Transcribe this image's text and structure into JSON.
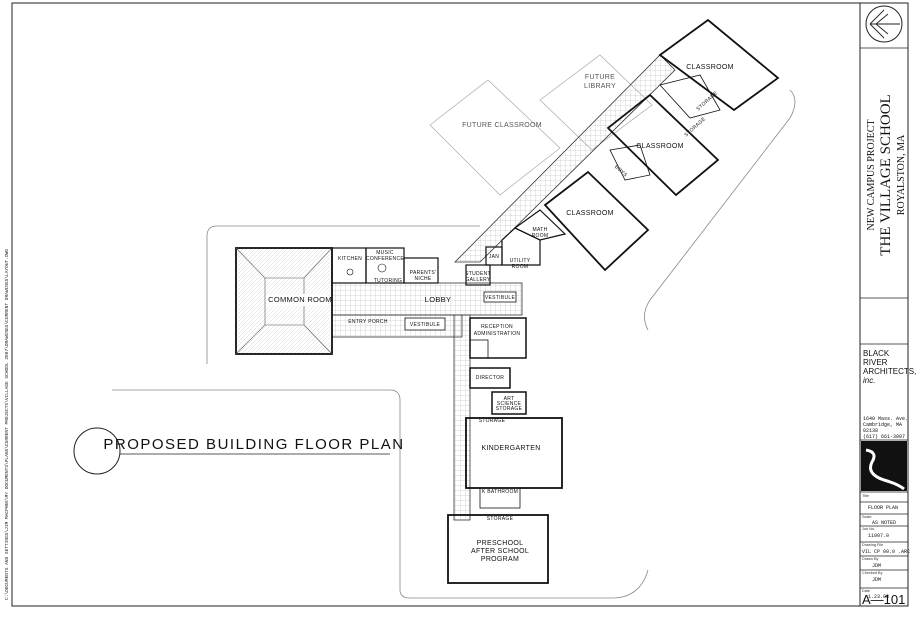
{
  "drawing_title": "PROPOSED BUILDING FLOOR PLAN",
  "side_path_text": "C:\\DOCUMENTS AND SETTINGS\\JIM MACPHEE\\MY DOCUMENTS\\PLANS\\CURRENT PROJECTS\\VILLAGE SCHOOL 2007\\DRAWINGS\\CURRENT DRAWINGS\\LAYOUT.DWG",
  "rooms": {
    "common_room": "COMMON ROOM",
    "kitchen": "KITCHEN",
    "music": "MUSIC",
    "conference": "CONFERENCE",
    "tutoring": "TUTORING",
    "parents_niche_1": "PARENTS'",
    "parents_niche_2": "NICHE",
    "lobby": "LOBBY",
    "entry_porch": "ENTRY PORCH",
    "vestibule_front": "VESTIBULE",
    "vestibule_side": "VESTIBULE",
    "student_gallery_1": "STUDENT",
    "student_gallery_2": "GALLERY",
    "jan": "JAN",
    "utility_1": "UTILITY",
    "utility_2": "ROOM",
    "math_1": "MATH",
    "math_2": "ROOM",
    "classroom_1": "CLASSROOM",
    "classroom_2": "CLASSROOM",
    "classroom_3": "CLASSROOM",
    "boys": "BOYS",
    "storage_1": "STORAGE",
    "storage_2": "STORAGE",
    "future_classroom": "FUTURE CLASSROOM",
    "future_library_1": "FUTURE",
    "future_library_2": "LIBRARY",
    "reception_1": "RECEPTION",
    "reception_2": "ADMINISTRATION",
    "director": "DIRECTOR",
    "art_1": "ART",
    "art_2": "SCIENCE",
    "art_3": "STORAGE",
    "kindergarten": "KINDERGARTEN",
    "k_storage": "STORAGE",
    "k_bathroom": "K BATHROOM",
    "preschool_storage": "STORAGE",
    "preschool_1": "PRESCHOOL",
    "preschool_2": "AFTER SCHOOL",
    "preschool_3": "PROGRAM"
  },
  "title_block": {
    "project_line_1": "NEW CAMPUS PROJECT",
    "project_line_2": "THE VILLAGE SCHOOL",
    "project_line_3": "ROYALSTON, MA",
    "firm_1": "BLACK",
    "firm_2": "RIVER",
    "firm_3": "ARCHITECTS,",
    "firm_4": "inc.",
    "address_1": "1640 Mass. Ave.",
    "address_2": "Cambridge, MA",
    "address_3": "02138",
    "address_4": "(617) 661-3007",
    "title_label": "Title",
    "title_value": "FLOOR PLAN",
    "scale_label": "Scale",
    "scale_value": "AS NOTED",
    "job_label": "Job No.",
    "job_value": "11007.0",
    "drawing_file_label": "Drawing File",
    "drawing_file_value": "VIL CP 00.0 .ARC",
    "drawn_label": "Drawn By",
    "drawn_value": "JDM",
    "checked_label": "Checked By",
    "checked_value": "JDM",
    "date_label": "Date",
    "date_value": "1.23.08",
    "sheet_number": "A—101"
  }
}
